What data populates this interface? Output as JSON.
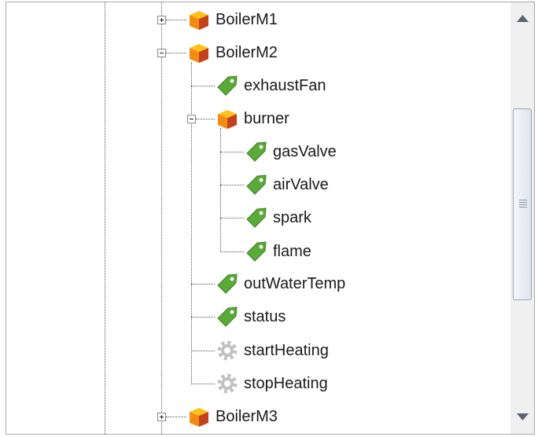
{
  "tree": {
    "nodes": [
      {
        "id": "boilerm1",
        "label": "BoilerM1",
        "icon": "cube-icon",
        "expander": "collapsed"
      },
      {
        "id": "boilerm2",
        "label": "BoilerM2",
        "icon": "cube-icon",
        "expander": "expanded"
      },
      {
        "id": "exhaustfan",
        "label": "exhaustFan",
        "icon": "tag-icon"
      },
      {
        "id": "burner",
        "label": "burner",
        "icon": "cube-icon",
        "expander": "expanded"
      },
      {
        "id": "gasvalve",
        "label": "gasValve",
        "icon": "tag-icon"
      },
      {
        "id": "airvalve",
        "label": "airValve",
        "icon": "tag-icon"
      },
      {
        "id": "spark",
        "label": "spark",
        "icon": "tag-icon"
      },
      {
        "id": "flame",
        "label": "flame",
        "icon": "tag-icon"
      },
      {
        "id": "outwatertemp",
        "label": "outWaterTemp",
        "icon": "tag-icon"
      },
      {
        "id": "status",
        "label": "status",
        "icon": "tag-icon"
      },
      {
        "id": "startheating",
        "label": "startHeating",
        "icon": "gear-icon"
      },
      {
        "id": "stopheating",
        "label": "stopHeating",
        "icon": "gear-icon"
      },
      {
        "id": "boilerm3",
        "label": "BoilerM3",
        "icon": "cube-icon",
        "expander": "collapsed"
      }
    ]
  },
  "scrollbar": {
    "up_icon": "arrow-up-icon",
    "down_icon": "arrow-down-icon",
    "grip_icon": "grip-icon"
  },
  "colors": {
    "cube_top": "#ffc21a",
    "cube_left": "#f28c14",
    "cube_right": "#c4411c",
    "tag_green": "#5aaa37",
    "gear_gray": "#c2c2c2"
  }
}
